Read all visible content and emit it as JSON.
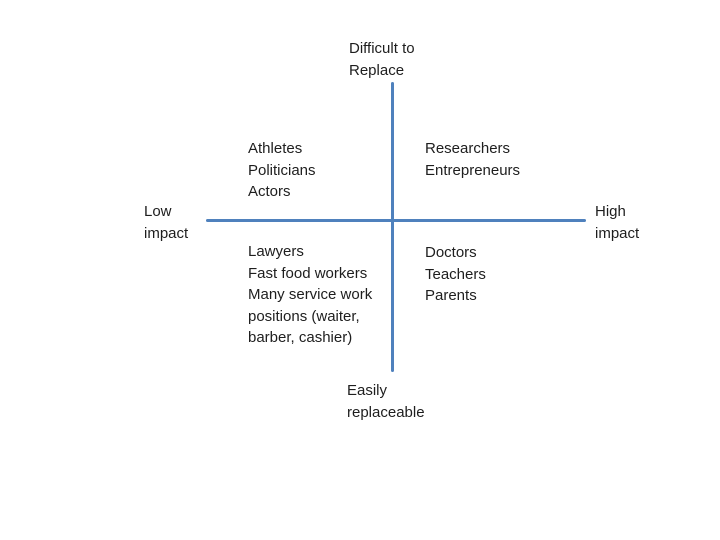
{
  "slide": {
    "background": "#ffffff",
    "axis_color": "#4f81bd",
    "text_color": "#1e1e1e"
  },
  "axes": {
    "vertical_top_label": "Difficult to\nReplace",
    "vertical_bottom_label": "Easily\nreplaceable",
    "horizontal_left_label": "Low\nimpact",
    "horizontal_right_label": "High\nimpact"
  },
  "quadrants": {
    "top_left": {
      "lines": [
        "Athletes",
        "Politicians",
        "Actors"
      ]
    },
    "top_right": {
      "lines": [
        "Researchers",
        "Entrepreneurs"
      ]
    },
    "bottom_left": {
      "lines": [
        "Lawyers",
        "Fast food workers",
        "Many service work",
        "positions (waiter,",
        "barber, cashier)"
      ]
    },
    "bottom_right": {
      "lines": [
        "Doctors",
        "Teachers",
        "Parents"
      ]
    }
  }
}
